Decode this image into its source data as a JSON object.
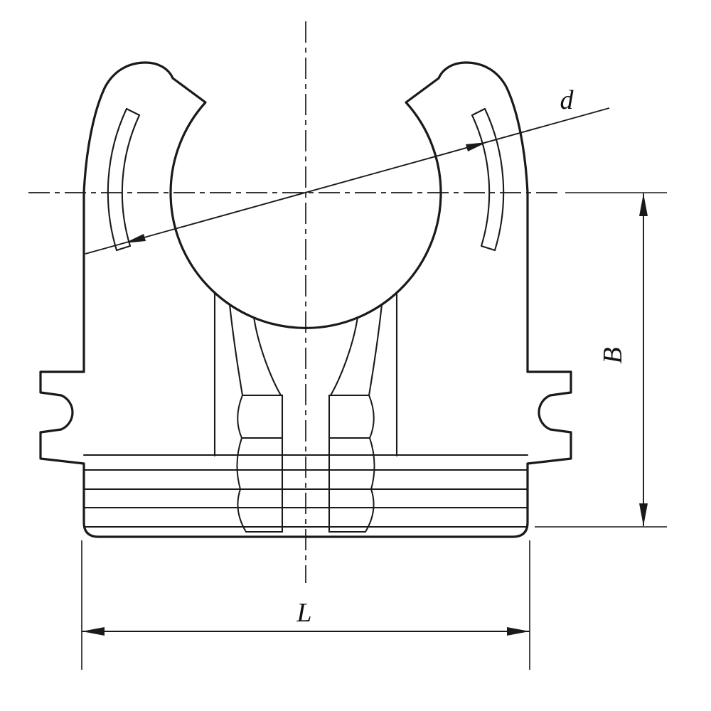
{
  "drawing": {
    "dimension_labels": {
      "diameter": "d",
      "width": "B",
      "length": "L"
    }
  },
  "colors": {
    "line": "#1a1a1a",
    "background": "#ffffff",
    "hatch_dark": "#111111"
  }
}
